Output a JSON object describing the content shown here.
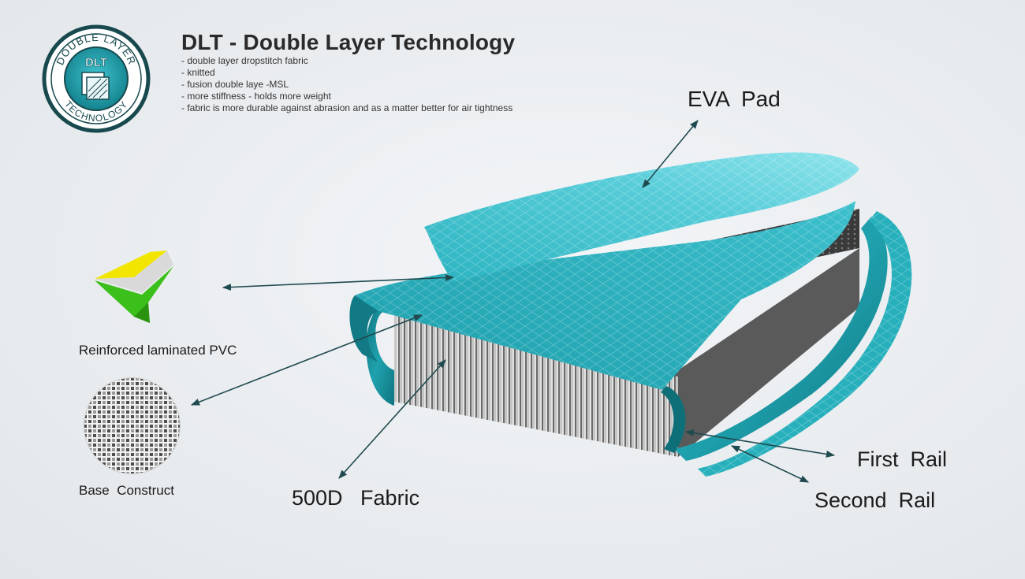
{
  "badge": {
    "ring_top_text": "DOUBLE LAYER",
    "ring_bottom_text": "TECHNOLOGY",
    "center_text": "DLT"
  },
  "header": {
    "title": "DLT - Double Layer Technology",
    "features": [
      "- double layer dropstitch fabric",
      "- knitted",
      "- fusion double laye -MSL",
      "- more stiffness - holds more weight",
      "- fabric is more durable against abrasion and as a matter better for air tightness"
    ]
  },
  "labels": {
    "eva_pad": "EVA  Pad",
    "reinforced_pvc": "Reinforced laminated PVC",
    "base_construct": "Base  Construct",
    "fabric_500d": "500D   Fabric",
    "first_rail": "First  Rail",
    "second_rail": "Second  Rail"
  },
  "colors": {
    "teal": "#21a6b3",
    "teal_dark": "#137f8a",
    "teal_light": "#5fd3de",
    "arrow": "#1f4a4f",
    "badge_navy": "#17494e",
    "pvc_yellow": "#f2e600",
    "pvc_green": "#3bbf1a"
  }
}
